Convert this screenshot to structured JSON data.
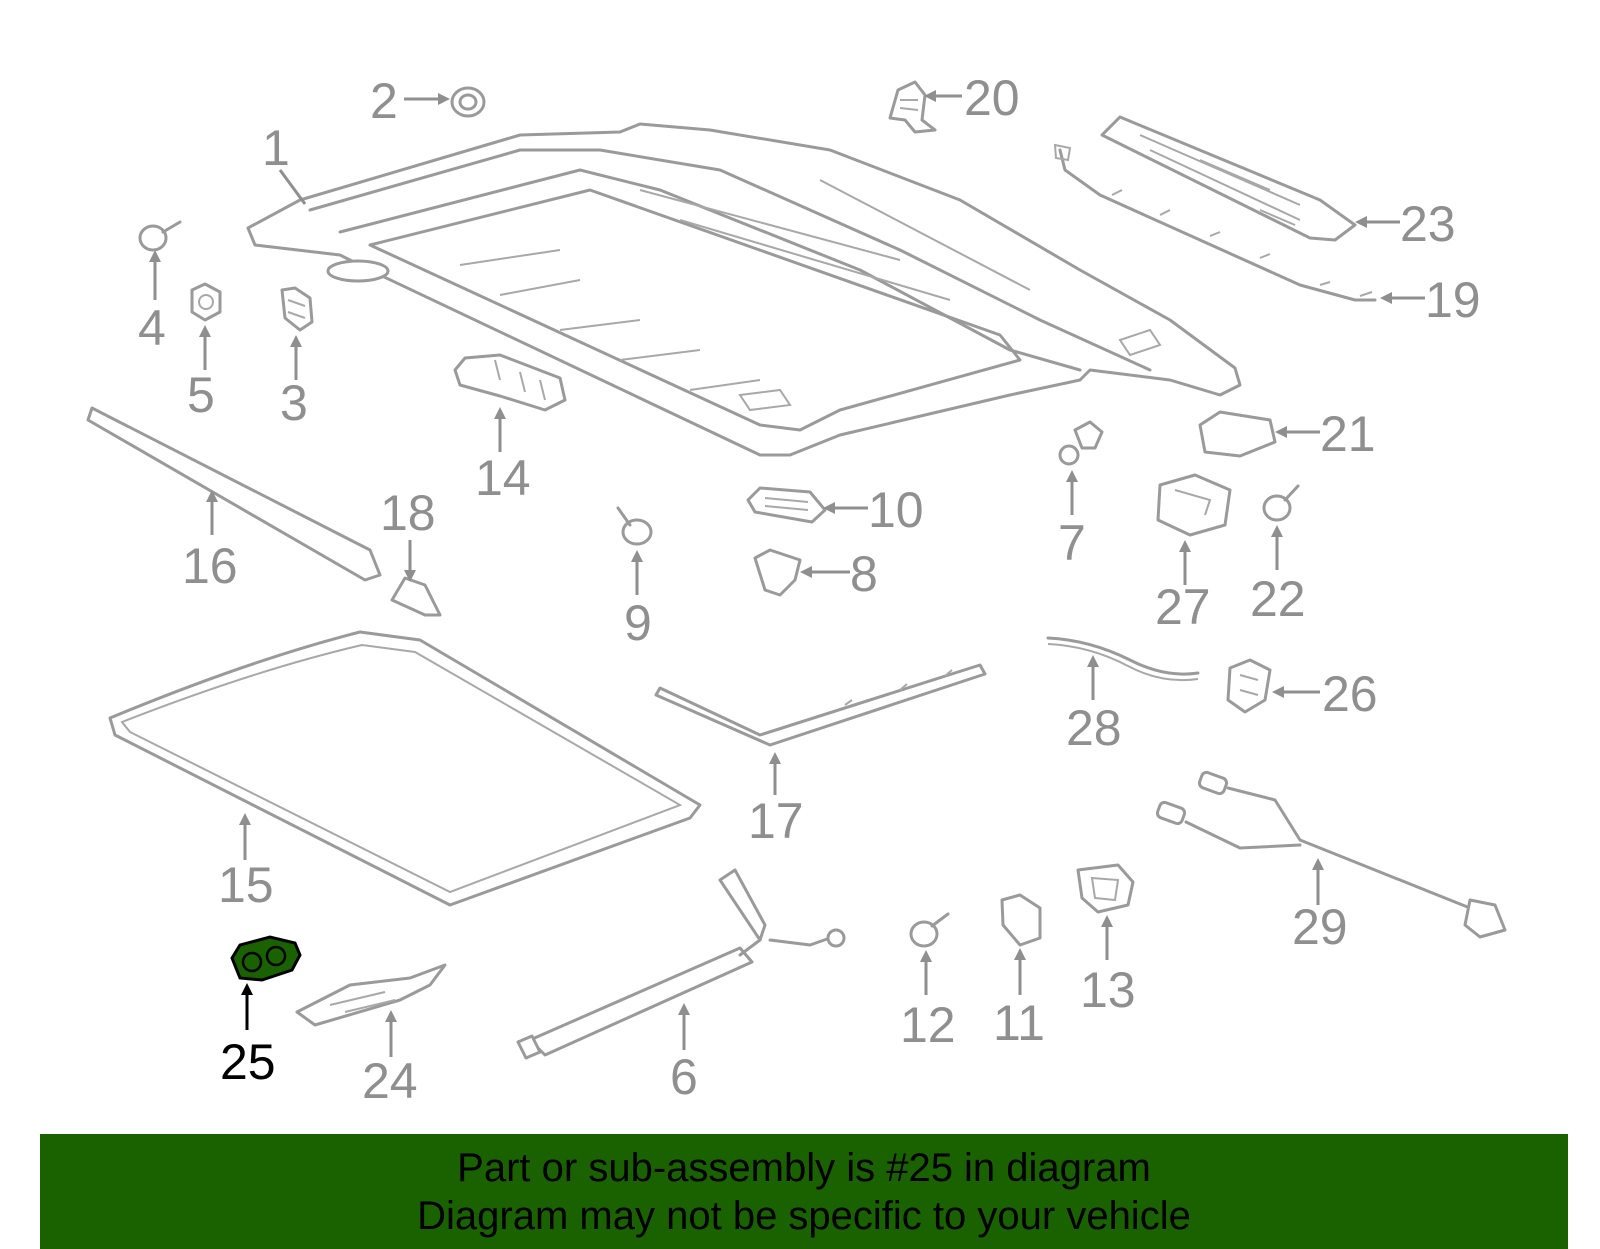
{
  "diagram": {
    "highlight_part": "25",
    "highlight_color": "#1a6100",
    "part_color": "#9a9a9a",
    "label_color": "#8f8f8f",
    "labels": {
      "p1": "1",
      "p2": "2",
      "p3": "3",
      "p4": "4",
      "p5": "5",
      "p6": "6",
      "p7": "7",
      "p8": "8",
      "p9": "9",
      "p10": "10",
      "p11": "11",
      "p12": "12",
      "p13": "13",
      "p14": "14",
      "p15": "15",
      "p16": "16",
      "p17": "17",
      "p18": "18",
      "p19": "19",
      "p20": "20",
      "p21": "21",
      "p22": "22",
      "p23": "23",
      "p24": "24",
      "p25": "25",
      "p26": "26",
      "p27": "27",
      "p28": "28",
      "p29": "29"
    }
  },
  "banner": {
    "background": "#1a6100",
    "line1": "Part or sub-assembly is #25 in diagram",
    "line2": "Diagram may not be specific to your vehicle"
  }
}
